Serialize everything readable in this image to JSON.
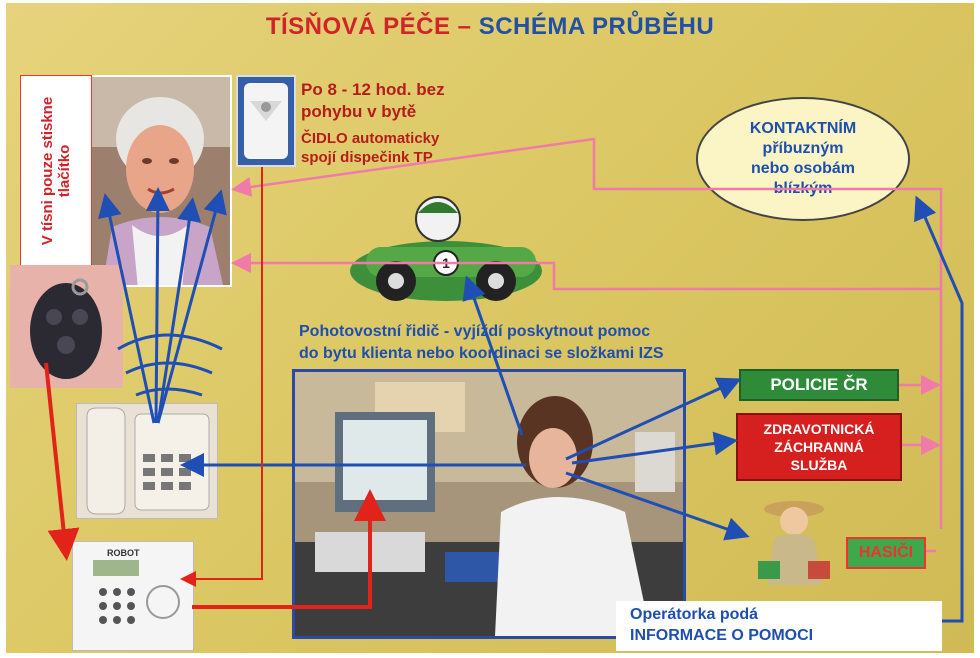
{
  "title": {
    "part1": "TÍSŇOVÁ PÉČE –",
    "part2": "SCHÉMA PRŮBĚHU"
  },
  "sensor_text": {
    "line1": "Po 8  - 12 hod. bez",
    "line2": "pohybu v bytě",
    "line3": "ČIDLO automaticky",
    "line4": "spojí dispečink TP"
  },
  "vertical_label": "V tísni pouze stiskne tlačítko",
  "contact": {
    "line1": "KONTAKTNÍM",
    "line2": "příbuzným",
    "line3": "nebo osobám",
    "line4": "blízkým"
  },
  "driver_text": {
    "line1": "Pohotovostní řidič - vyjíždí poskytnout pomoc",
    "line2": "do bytu klienta nebo koordinaci se složkami IZS"
  },
  "car_number": "1",
  "services": {
    "police": "POLICIE ČR",
    "ambulance": "ZDRAVOTNICKÁ ZÁCHRANNÁ SLUŽBA",
    "firefighters": "HASIČI"
  },
  "operator_info": {
    "line1": "Operátorka podá",
    "line2": "INFORMACE O POMOCI"
  },
  "device_brand": "ROBOT",
  "colors": {
    "red": "#e2231a",
    "blue": "#1f4fb4",
    "pink": "#f07aa8",
    "police_green": "#2e8b3a",
    "ambulance_red": "#d62020",
    "hasici_green": "#3ea84a",
    "contact_fill": "#fbf4c4"
  }
}
